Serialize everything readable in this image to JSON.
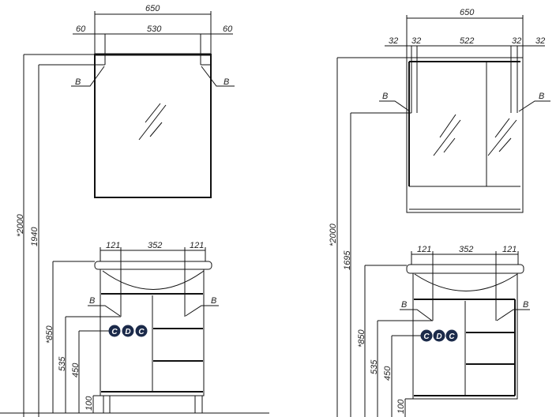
{
  "colors": {
    "marker": "#1b2a4a",
    "line": "#111111"
  },
  "left": {
    "mirror": {
      "width": "650",
      "side_left": "60",
      "inner": "530",
      "side_right": "60",
      "b_left": "B",
      "b_right": "B"
    },
    "heights": {
      "total": "*2000",
      "mirror_top": "1940"
    },
    "vanity": {
      "side_left": "121",
      "center": "352",
      "side_right": "121",
      "b_left": "B",
      "b_right": "B",
      "height": "*850",
      "h1": "535",
      "h2": "450",
      "legs": "100"
    },
    "markers": [
      "C",
      "D",
      "C"
    ]
  },
  "right": {
    "mirror": {
      "width": "650",
      "o_left": "32",
      "i_left": "32",
      "inner": "522",
      "i_right": "32",
      "o_right": "32",
      "b_left": "B",
      "b_right": "B"
    },
    "heights": {
      "total": "*2000",
      "mount": "1695"
    },
    "vanity": {
      "side_left": "121",
      "center": "352",
      "side_right": "121",
      "b_left": "B",
      "b_right": "B",
      "height": "*850",
      "h1": "535",
      "h2": "450",
      "legs": "100"
    },
    "markers": [
      "C",
      "D",
      "C"
    ]
  }
}
